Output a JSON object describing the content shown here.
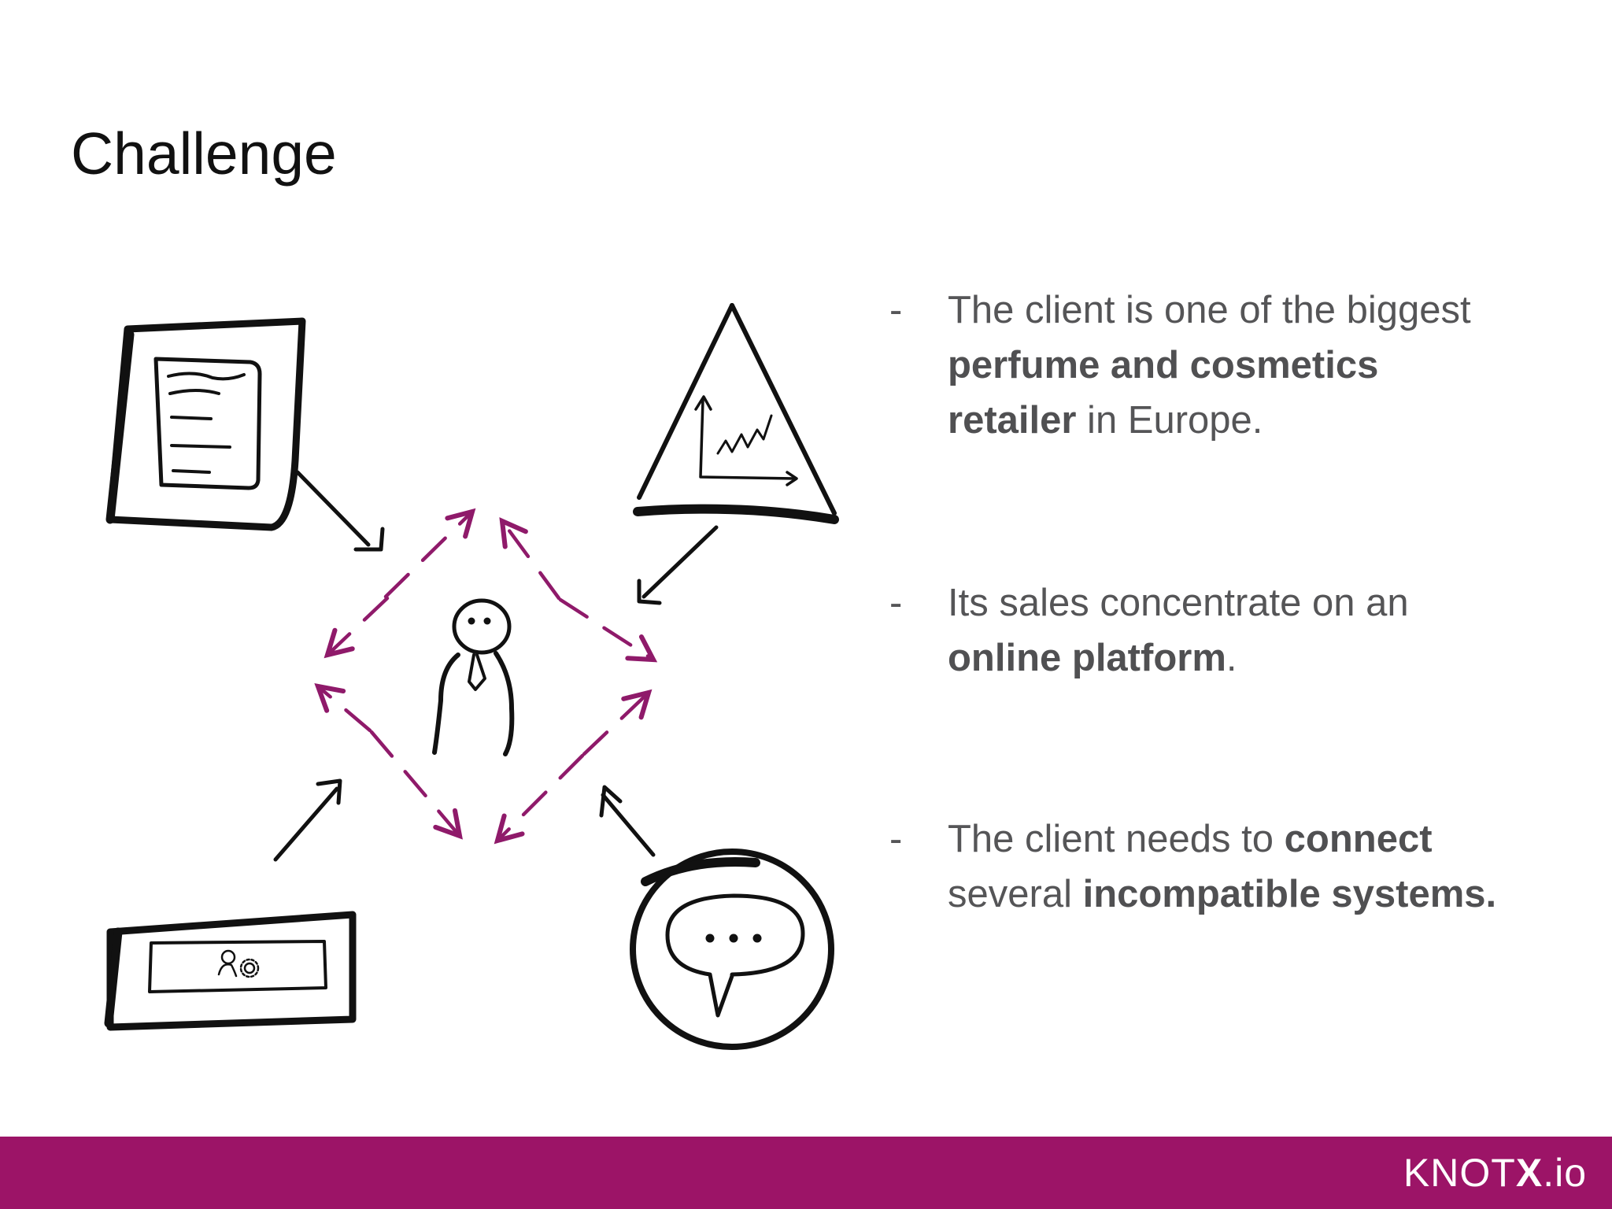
{
  "slide": {
    "title": "Challenge"
  },
  "bullets": [
    {
      "dash": "-",
      "line1": "The client is one of the biggest",
      "line2_bold": "perfume and cosmetics",
      "line3_bold": "retailer",
      "line3_rest": " in Europe."
    },
    {
      "dash": "-",
      "line1": "Its sales concentrate on an",
      "line2_bold": "online platform",
      "line2_rest": "."
    },
    {
      "dash": "-",
      "line1": "The client needs to ",
      "line1_bold": "connect",
      "line2": "several ",
      "line2_bold": "incompatible systems."
    }
  ],
  "footer": {
    "logo_main": "KNOT",
    "logo_bold": "X",
    "logo_suffix": ".io"
  },
  "colors": {
    "accent": "#9c1467",
    "sketch_arrows": "#8f1a6a",
    "ink": "#111111",
    "body_text": "#555557"
  },
  "icons": [
    "document-icon",
    "growth-chart-pyramid-icon",
    "person-icon",
    "user-settings-window-icon",
    "speech-bubble-icon"
  ]
}
